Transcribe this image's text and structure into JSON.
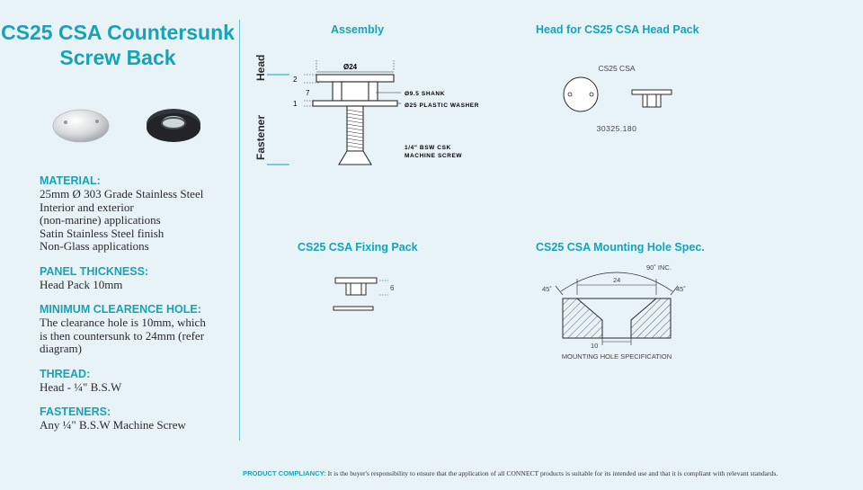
{
  "title": {
    "line1": "CS25 CSA Countersunk",
    "line2": "Screw Back"
  },
  "spec": [
    {
      "heading": "MATERIAL:",
      "lines": [
        "25mm Ø 303 Grade Stainless Steel",
        "Interior and exterior",
        "(non-marine) applications",
        "Satin Stainless Steel finish",
        "Non-Glass applications"
      ]
    },
    {
      "heading": "PANEL THICKNESS:",
      "lines": [
        "Head Pack 10mm"
      ]
    },
    {
      "heading": "MINIMUM CLEARENCE HOLE:",
      "lines": [
        "The clearance hole is 10mm, which",
        "is then countersunk to 24mm (refer",
        "diagram)"
      ]
    },
    {
      "heading": "THREAD:",
      "lines": [
        "Head - ¼\" B.S.W"
      ]
    },
    {
      "heading": "FASTENERS:",
      "lines": [
        "Any ¼\" B.S.W Machine Screw"
      ]
    }
  ],
  "assembly": {
    "title": "Assembly",
    "label_head": "Head",
    "label_fastener": "Fastener",
    "dim_2": "2",
    "dim_7": "7",
    "dim_1": "1",
    "dia_24": "Ø24",
    "shank": "Ø9.5 SHANK",
    "washer": "Ø25 PLASTIC WASHER",
    "screw_line1": "1/4\" BSW CSK",
    "screw_line2": "MACHINE SCREW"
  },
  "head_pack": {
    "title": "Head for CS25 CSA Head Pack",
    "label": "CS25 CSA",
    "code": "30325.180"
  },
  "fixing_pack": {
    "title": "CS25 CSA Fixing Pack",
    "dim": "6"
  },
  "mounting": {
    "title": "CS25 CSA Mounting Hole Spec.",
    "angle_inc": "90˚ INC.",
    "angle_left": "45˚",
    "angle_right": "45˚",
    "dim_top": "24",
    "dim_bottom": "10",
    "caption": "MOUNTING HOLE SPECIFICATION"
  },
  "footer": {
    "label": "PRODUCT COMPLIANCY:",
    "text": "It is the buyer's responsibility to ensure that the application of all CONNECT products is suitable for its intended use and that it is compliant with relevant standards."
  },
  "colors": {
    "accent": "#17a2b8",
    "background": "#e8f3f8"
  }
}
